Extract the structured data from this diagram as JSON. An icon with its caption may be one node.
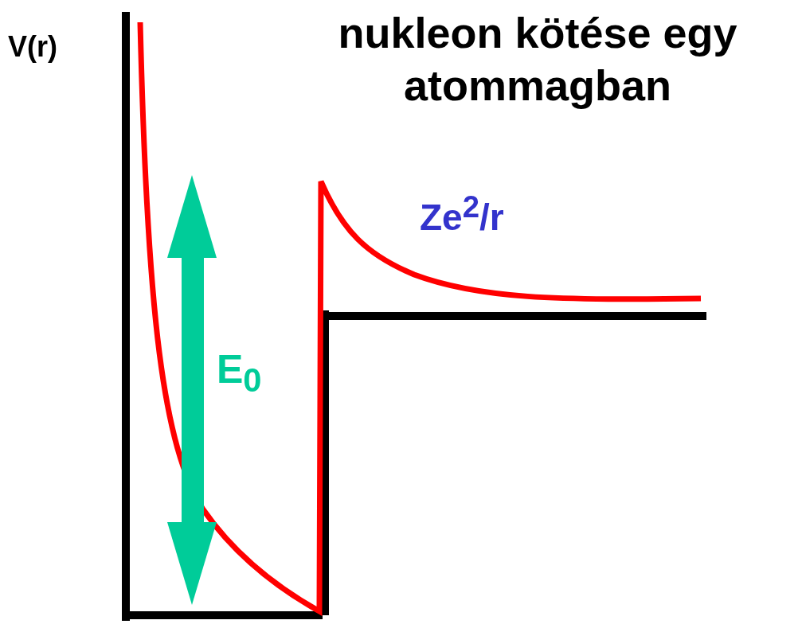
{
  "diagram": {
    "title": "nukleon kötése egy atommagban",
    "labels": [
      "V(r)",
      "Ze$^{2}$/r",
      "E$_{0}$"
    ]
  }
}
